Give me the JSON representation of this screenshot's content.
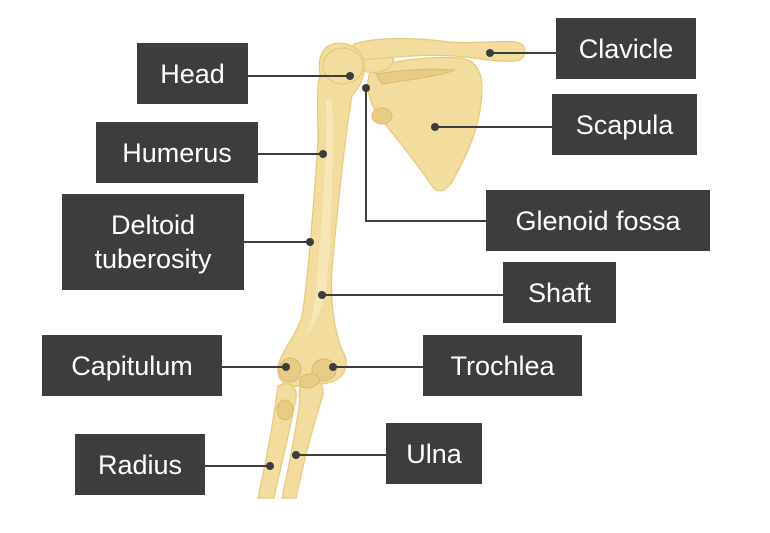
{
  "colors": {
    "label_bg": "#3d3d3d",
    "label_text": "#ffffff",
    "bone": "#f2dc9e",
    "bone_shadow": "#e8cc85"
  },
  "labels": {
    "head": "Head",
    "clavicle": "Clavicle",
    "humerus": "Humerus",
    "scapula": "Scapula",
    "deltoid_tuberosity": "Deltoid tuberosity",
    "glenoid_fossa": "Glenoid fossa",
    "shaft": "Shaft",
    "capitulum": "Capitulum",
    "trochlea": "Trochlea",
    "radius": "Radius",
    "ulna": "Ulna"
  }
}
